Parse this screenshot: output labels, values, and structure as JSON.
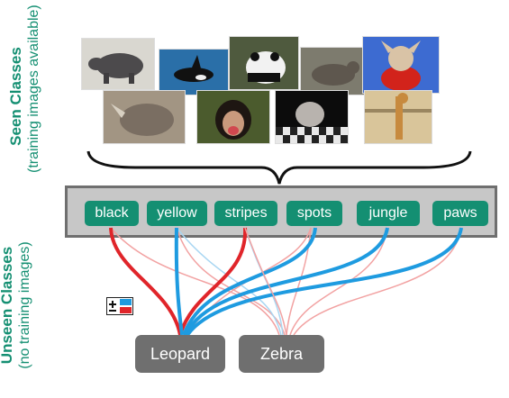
{
  "side_labels": {
    "seen": {
      "title": "Seen Classes",
      "subtitle": "(training images available)"
    },
    "unseen": {
      "title": "Unseen Classes",
      "subtitle": "(no training images)"
    }
  },
  "seen_photos": [
    "hippopotamus-photo",
    "killer-whale-photo",
    "giant-panda-photo",
    "otter-photo",
    "chihuahua-photo",
    "rhinoceros-photo",
    "chimpanzee-photo",
    "persian-cat-photo",
    "giraffe-photo"
  ],
  "attributes": [
    "black",
    "yellow",
    "stripes",
    "spots",
    "jungle",
    "paws"
  ],
  "unseen_classes": [
    "Leopard",
    "Zebra"
  ],
  "colors": {
    "green": "#148f72",
    "red": "#e0252a",
    "blue": "#1e9be0",
    "gray_box": "#6f6f6f",
    "bar": "#c7c7c7"
  },
  "legend_icon": "plus-minus-legend-icon"
}
